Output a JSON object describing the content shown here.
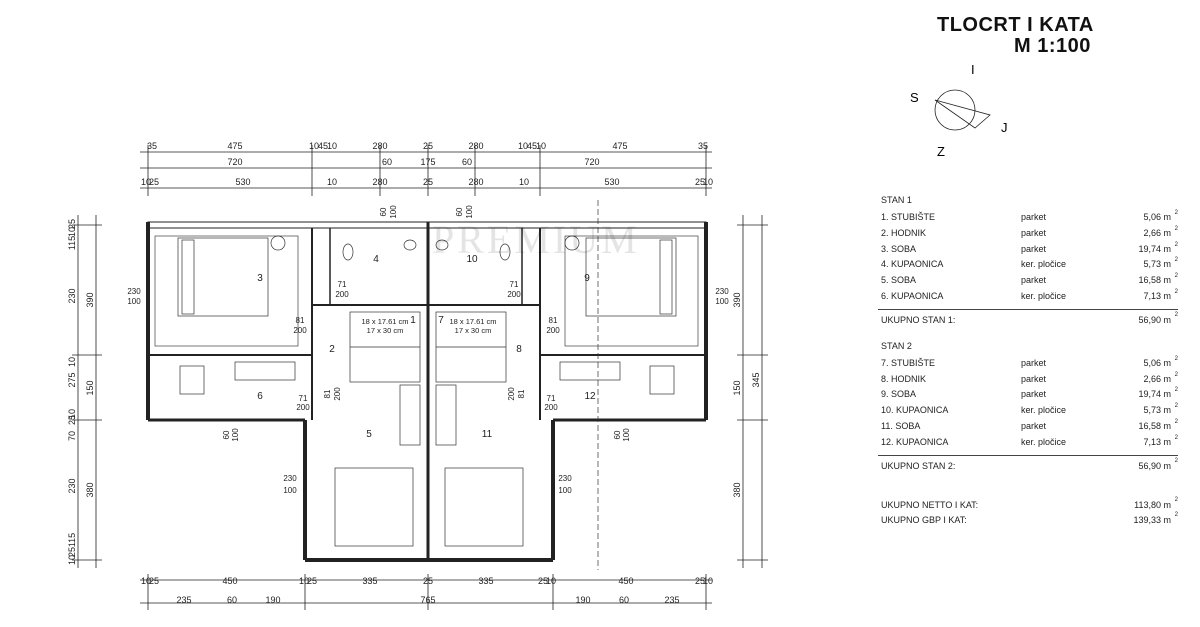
{
  "title": "TLOCRT  I KATA",
  "scale": "M 1:100",
  "watermark": "PREMIUM",
  "compass": {
    "s": "S",
    "i": "I",
    "j": "J",
    "z": "Z"
  },
  "dims_top_row1": [
    "35",
    "475",
    "10",
    "45",
    "10",
    "280",
    "25",
    "280",
    "10",
    "45",
    "10",
    "475",
    "35"
  ],
  "dims_top_row2": [
    "720",
    "60",
    "175",
    "60",
    "720"
  ],
  "dims_top_row3": [
    "10",
    "25",
    "530",
    "10",
    "280",
    "25",
    "280",
    "10",
    "530",
    "25",
    "10"
  ],
  "dims_bottom_row1": [
    "10",
    "25",
    "450",
    "10",
    "25",
    "335",
    "25",
    "335",
    "25",
    "10",
    "450",
    "25",
    "10"
  ],
  "dims_bottom_row2": [
    "235",
    "60",
    "190",
    "765",
    "190",
    "60",
    "235"
  ],
  "dims_left_outer": [
    "25",
    "10",
    "115",
    "230",
    "10",
    "275",
    "25",
    "10",
    "70",
    "230",
    "115",
    "25",
    "10"
  ],
  "dims_left_inner": [
    "390",
    "150",
    "380"
  ],
  "dims_right_inner": [
    "390",
    "150",
    "345",
    "380"
  ],
  "rooms": [
    "1",
    "2",
    "3",
    "4",
    "5",
    "6",
    "7",
    "8",
    "9",
    "10",
    "11",
    "12"
  ],
  "openings": {
    "o230_100": [
      "230",
      "100"
    ],
    "o81_200": [
      "81",
      "200"
    ],
    "o71_200": [
      "71",
      "200"
    ],
    "o60_100": [
      "60",
      "100"
    ],
    "o81": "81",
    "o200": "200"
  },
  "stair_label_1": "18 x 17.61 cm",
  "stair_label_2": "17 x 30 cm",
  "stan1": {
    "heading": "STAN 1",
    "rows": [
      {
        "name": "1. STUBIŠTE",
        "floor": "parket",
        "area": "5,06 m",
        "unit": "2"
      },
      {
        "name": "2. HODNIK",
        "floor": "parket",
        "area": "2,66 m",
        "unit": "2"
      },
      {
        "name": "3. SOBA",
        "floor": "parket",
        "area": "19,74 m",
        "unit": "2"
      },
      {
        "name": "4. KUPAONICA",
        "floor": "ker. pločice",
        "area": "5,73 m",
        "unit": "2"
      },
      {
        "name": "5. SOBA",
        "floor": "parket",
        "area": "16,58 m",
        "unit": "2"
      },
      {
        "name": "6. KUPAONICA",
        "floor": "ker. pločice",
        "area": "7,13 m",
        "unit": "2"
      }
    ],
    "total_label": "UKUPNO STAN 1:",
    "total": "56,90 m"
  },
  "stan2": {
    "heading": "STAN 2",
    "rows": [
      {
        "name": "7. STUBIŠTE",
        "floor": "parket",
        "area": "5,06 m",
        "unit": "2"
      },
      {
        "name": "8. HODNIK",
        "floor": "parket",
        "area": "2,66 m",
        "unit": "2"
      },
      {
        "name": "9. SOBA",
        "floor": "parket",
        "area": "19,74 m",
        "unit": "2"
      },
      {
        "name": "10. KUPAONICA",
        "floor": "ker. pločice",
        "area": "5,73 m",
        "unit": "2"
      },
      {
        "name": "11. SOBA",
        "floor": "parket",
        "area": "16,58 m",
        "unit": "2"
      },
      {
        "name": "12. KUPAONICA",
        "floor": "ker. pločice",
        "area": "7,13 m",
        "unit": "2"
      }
    ],
    "total_label": "UKUPNO STAN 2:",
    "total": "56,90 m"
  },
  "netto_label": "UKUPNO NETTO I KAT:",
  "netto": "113,80 m",
  "gbp_label": "UKUPNO GBP I KAT:",
  "gbp": "139,33 m",
  "sup": "2"
}
